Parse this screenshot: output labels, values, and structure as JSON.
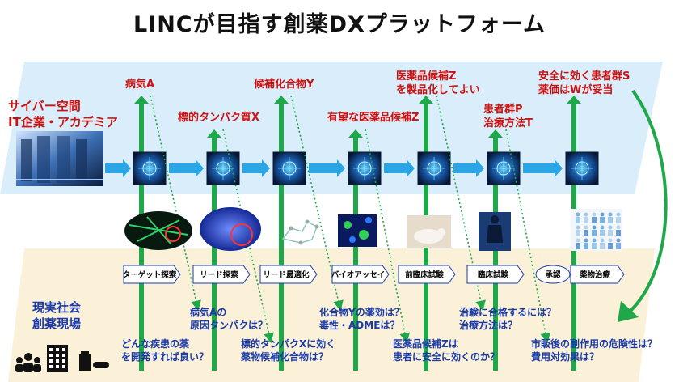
{
  "title": "LINCが目指す創薬DXプラットフォーム",
  "cyber": {
    "label_line1": "サイバー空間",
    "label_line2": "IT企業・アカデミア",
    "outcomes": [
      {
        "line1": "病気A",
        "line2": ""
      },
      {
        "line1": "標的タンパク質X",
        "line2": ""
      },
      {
        "line1": "候補化合物Y",
        "line2": ""
      },
      {
        "line1": "有望な医薬品候補Z",
        "line2": ""
      },
      {
        "line1": "医薬品候補Z",
        "line2": "を製品化してよい"
      },
      {
        "line1": "患者群P",
        "line2": "治療方法T"
      },
      {
        "line1": "安全に効く患者群S",
        "line2": "薬価はWが妥当"
      }
    ]
  },
  "real": {
    "label_line1": "現実社会",
    "label_line2": "創薬現場",
    "stages": [
      "ターゲット探索",
      "リード探索",
      "リード最適化",
      "バイオアッセイ",
      "前臨床試験",
      "臨床試験",
      "承認",
      "薬物治療"
    ],
    "questions": [
      {
        "line1": "どんな疾患の薬",
        "line2": "を開発すれば良い？"
      },
      {
        "line1": "病気Aの",
        "line2": "原因タンパクは？"
      },
      {
        "line1": "標的タンパクXに効く",
        "line2": "薬物候補化合物は？"
      },
      {
        "line1": "化合物Yの薬効は？",
        "line2": "毒性・ADMEは？"
      },
      {
        "line1": "医薬品候補Zは",
        "line2": "患者に安全に効くのか？"
      },
      {
        "line1": "治験に合格するには？",
        "line2": "治療方法は？"
      },
      {
        "line1": "市販後の副作用の危険性は？",
        "line2": "費用対効果は？"
      }
    ]
  },
  "colors": {
    "cyber_band": "#d9eefa",
    "real_band": "#fbf1d8",
    "green_arrow": "#1fa84a",
    "blue_arrow": "#2aa6e6",
    "red_text": "#cc1111",
    "blue_text": "#1a3aa8"
  },
  "icons": [
    "server-room-icon",
    "people-icon",
    "building-icon",
    "medicine-icon"
  ]
}
